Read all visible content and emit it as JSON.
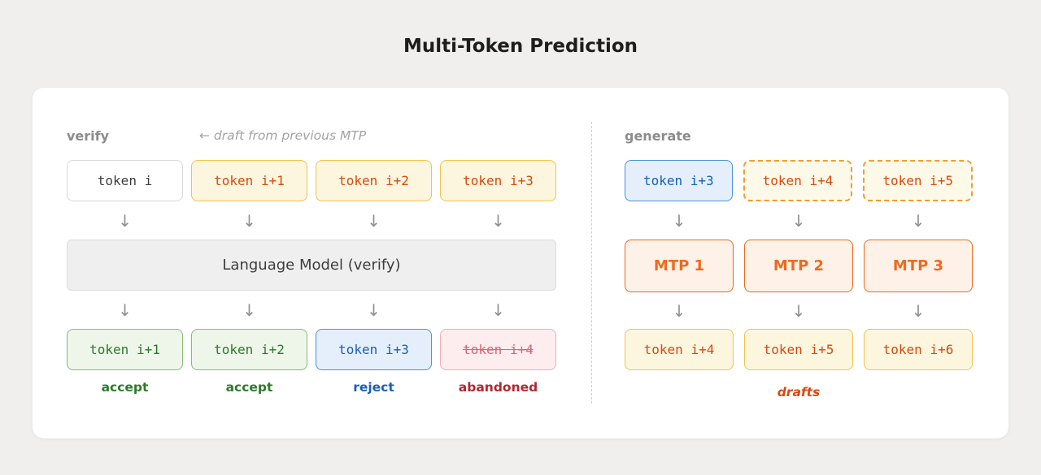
{
  "page_title": "Multi-Token Prediction",
  "verify_panel": {
    "heading": "verify",
    "annotation": "← draft from previous MTP",
    "input_tokens": [
      {
        "text": "token i",
        "style": "plain"
      },
      {
        "text": "token i+1",
        "style": "draft"
      },
      {
        "text": "token i+2",
        "style": "draft"
      },
      {
        "text": "token i+3",
        "style": "draft"
      }
    ],
    "model_label": "Language Model (verify)",
    "output_tokens": [
      {
        "text": "token i+1",
        "style": "accepted",
        "verdict": "accept"
      },
      {
        "text": "token i+2",
        "style": "accepted",
        "verdict": "accept"
      },
      {
        "text": "token i+3",
        "style": "rejected",
        "verdict": "reject"
      },
      {
        "text": "token i+4",
        "style": "abandoned",
        "verdict": "abandoned"
      }
    ]
  },
  "generate_panel": {
    "heading": "generate",
    "input_tokens": [
      {
        "text": "token i+3",
        "style": "context"
      },
      {
        "text": "token i+4",
        "style": "draft-dashed"
      },
      {
        "text": "token i+5",
        "style": "draft-dashed"
      }
    ],
    "mtp_modules": [
      {
        "label": "MTP 1"
      },
      {
        "label": "MTP 2"
      },
      {
        "label": "MTP 3"
      }
    ],
    "output_tokens": [
      {
        "text": "token i+4"
      },
      {
        "text": "token i+5"
      },
      {
        "text": "token i+6"
      }
    ],
    "caption": "drafts"
  },
  "colors": {
    "page_background": "#f0efed",
    "card_background": "#ffffff",
    "draft_text_orange": "#d9480f",
    "draft_border_yellow": "#f2c150",
    "dashed_border_orange": "#f09d33",
    "mtp_border_orange": "#ea6a24",
    "mtp_text_orange": "#ed6a1f",
    "accept_green": "#2b7a2b",
    "reject_blue": "#1a5fb4",
    "abandoned_red": "#b42431",
    "model_box_gray": "#efefef"
  }
}
